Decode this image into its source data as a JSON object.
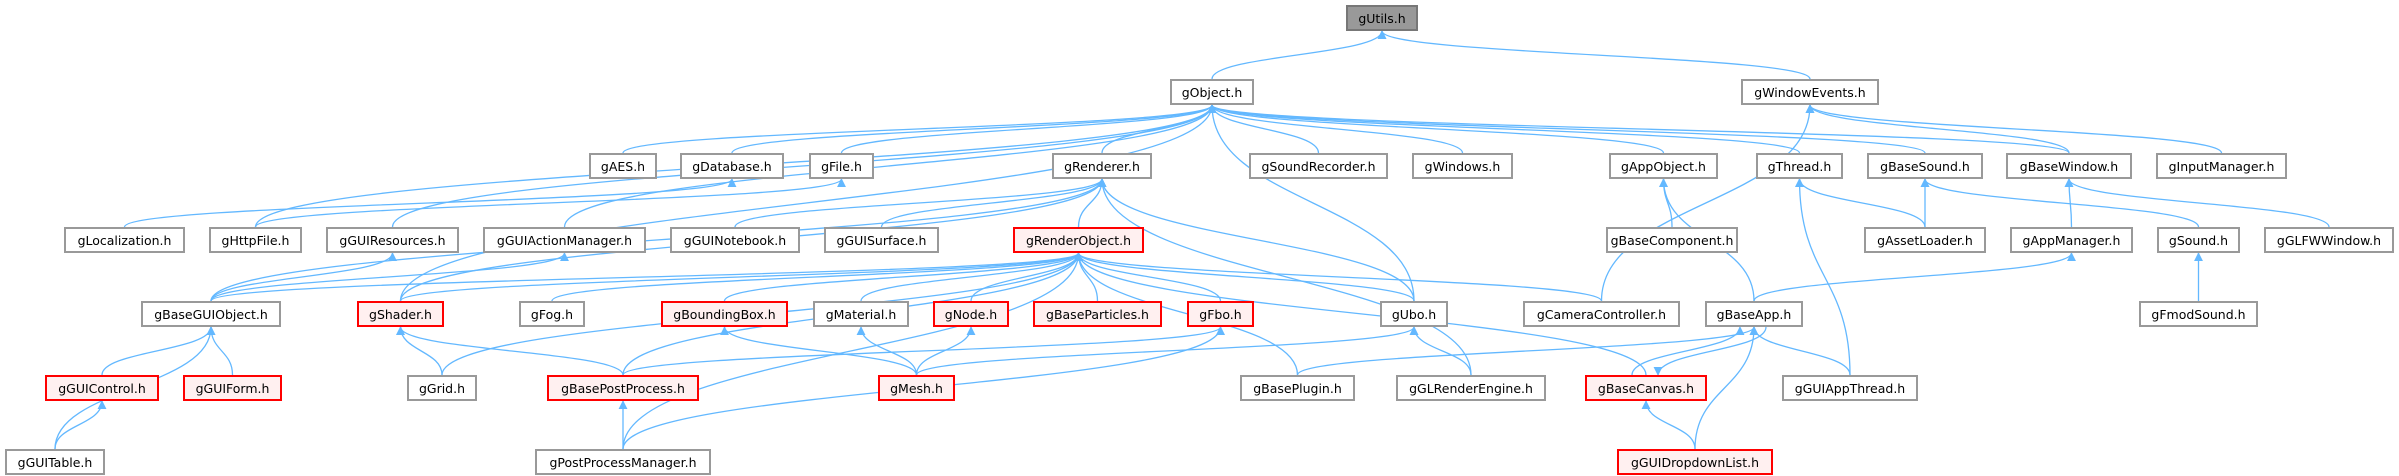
{
  "diagram": {
    "type": "include-dependency-graph",
    "colors": {
      "edge": "#63b8ff",
      "border": "#999999",
      "root_fill": "#999999",
      "truncated_border": "#ff0000",
      "truncated_fill": "#fff0f0"
    },
    "nodes": [
      {
        "id": "gUtils",
        "label": "gUtils.h",
        "root": true
      },
      {
        "id": "gObject",
        "label": "gObject.h"
      },
      {
        "id": "gWindowEvents",
        "label": "gWindowEvents.h"
      },
      {
        "id": "gAES",
        "label": "gAES.h"
      },
      {
        "id": "gDatabase",
        "label": "gDatabase.h"
      },
      {
        "id": "gFile",
        "label": "gFile.h"
      },
      {
        "id": "gRenderer",
        "label": "gRenderer.h"
      },
      {
        "id": "gSoundRecorder",
        "label": "gSoundRecorder.h"
      },
      {
        "id": "gWindows",
        "label": "gWindows.h"
      },
      {
        "id": "gAppObject",
        "label": "gAppObject.h"
      },
      {
        "id": "gThread",
        "label": "gThread.h"
      },
      {
        "id": "gBaseSound",
        "label": "gBaseSound.h"
      },
      {
        "id": "gBaseWindow",
        "label": "gBaseWindow.h"
      },
      {
        "id": "gInputManager",
        "label": "gInputManager.h"
      },
      {
        "id": "gLocalization",
        "label": "gLocalization.h"
      },
      {
        "id": "gHttpFile",
        "label": "gHttpFile.h"
      },
      {
        "id": "gGUIResources",
        "label": "gGUIResources.h"
      },
      {
        "id": "gGUIActionManager",
        "label": "gGUIActionManager.h"
      },
      {
        "id": "gGUINotebook",
        "label": "gGUINotebook.h"
      },
      {
        "id": "gGUISurface",
        "label": "gGUISurface.h"
      },
      {
        "id": "gRenderObject",
        "label": "gRenderObject.h",
        "truncated": true
      },
      {
        "id": "gBaseComponent",
        "label": "gBaseComponent.h"
      },
      {
        "id": "gAssetLoader",
        "label": "gAssetLoader.h"
      },
      {
        "id": "gAppManager",
        "label": "gAppManager.h"
      },
      {
        "id": "gSound",
        "label": "gSound.h"
      },
      {
        "id": "gGLFWWindow",
        "label": "gGLFWWindow.h"
      },
      {
        "id": "gBaseGUIObject",
        "label": "gBaseGUIObject.h"
      },
      {
        "id": "gShader",
        "label": "gShader.h",
        "truncated": true
      },
      {
        "id": "gFog",
        "label": "gFog.h"
      },
      {
        "id": "gBoundingBox",
        "label": "gBoundingBox.h",
        "truncated": true
      },
      {
        "id": "gMaterial",
        "label": "gMaterial.h"
      },
      {
        "id": "gNode",
        "label": "gNode.h",
        "truncated": true
      },
      {
        "id": "gBaseParticles",
        "label": "gBaseParticles.h",
        "truncated": true
      },
      {
        "id": "gFbo",
        "label": "gFbo.h",
        "truncated": true
      },
      {
        "id": "gUbo",
        "label": "gUbo.h"
      },
      {
        "id": "gCameraController",
        "label": "gCameraController.h"
      },
      {
        "id": "gBaseApp",
        "label": "gBaseApp.h"
      },
      {
        "id": "gFmodSound",
        "label": "gFmodSound.h"
      },
      {
        "id": "gGUIControl",
        "label": "gGUIControl.h",
        "truncated": true
      },
      {
        "id": "gGUIForm",
        "label": "gGUIForm.h",
        "truncated": true
      },
      {
        "id": "gGrid",
        "label": "gGrid.h"
      },
      {
        "id": "gBasePostProcess",
        "label": "gBasePostProcess.h",
        "truncated": true
      },
      {
        "id": "gMesh",
        "label": "gMesh.h",
        "truncated": true
      },
      {
        "id": "gBasePlugin",
        "label": "gBasePlugin.h"
      },
      {
        "id": "gGLRenderEngine",
        "label": "gGLRenderEngine.h"
      },
      {
        "id": "gBaseCanvas",
        "label": "gBaseCanvas.h",
        "truncated": true
      },
      {
        "id": "gGUIAppThread",
        "label": "gGUIAppThread.h"
      },
      {
        "id": "gGUITable",
        "label": "gGUITable.h"
      },
      {
        "id": "gPostProcessManager",
        "label": "gPostProcessManager.h"
      },
      {
        "id": "gGUIDropdownList",
        "label": "gGUIDropdownList.h",
        "truncated": true
      }
    ],
    "edges": [
      [
        "gObject",
        "gUtils"
      ],
      [
        "gWindowEvents",
        "gUtils"
      ],
      [
        "gAES",
        "gObject"
      ],
      [
        "gDatabase",
        "gObject"
      ],
      [
        "gFile",
        "gObject"
      ],
      [
        "gRenderer",
        "gObject"
      ],
      [
        "gSoundRecorder",
        "gObject"
      ],
      [
        "gWindows",
        "gObject"
      ],
      [
        "gAppObject",
        "gObject"
      ],
      [
        "gThread",
        "gObject"
      ],
      [
        "gBaseSound",
        "gObject"
      ],
      [
        "gBaseWindow",
        "gObject"
      ],
      [
        "gHttpFile",
        "gObject"
      ],
      [
        "gGUIResources",
        "gObject"
      ],
      [
        "gGUIActionManager",
        "gObject"
      ],
      [
        "gUbo",
        "gObject"
      ],
      [
        "gShader",
        "gObject"
      ],
      [
        "gLocalization",
        "gDatabase"
      ],
      [
        "gHttpFile",
        "gFile"
      ],
      [
        "gGUINotebook",
        "gRenderer"
      ],
      [
        "gGUISurface",
        "gRenderer"
      ],
      [
        "gRenderObject",
        "gRenderer"
      ],
      [
        "gShader",
        "gRenderer"
      ],
      [
        "gUbo",
        "gRenderer"
      ],
      [
        "gGLRenderEngine",
        "gRenderer"
      ],
      [
        "gBaseGUIObject",
        "gRenderer"
      ],
      [
        "gBaseGUIObject",
        "gGUIResources"
      ],
      [
        "gBaseGUIObject",
        "gGUIActionManager"
      ],
      [
        "gBaseGUIObject",
        "gRenderObject"
      ],
      [
        "gShader",
        "gRenderObject"
      ],
      [
        "gFog",
        "gRenderObject"
      ],
      [
        "gBoundingBox",
        "gRenderObject"
      ],
      [
        "gMaterial",
        "gRenderObject"
      ],
      [
        "gNode",
        "gRenderObject"
      ],
      [
        "gBaseParticles",
        "gRenderObject"
      ],
      [
        "gFbo",
        "gRenderObject"
      ],
      [
        "gUbo",
        "gRenderObject"
      ],
      [
        "gCameraController",
        "gRenderObject"
      ],
      [
        "gGrid",
        "gRenderObject"
      ],
      [
        "gBasePostProcess",
        "gRenderObject"
      ],
      [
        "gPostProcessManager",
        "gRenderObject"
      ],
      [
        "gBasePlugin",
        "gRenderObject"
      ],
      [
        "gBaseCanvas",
        "gRenderObject"
      ],
      [
        "gCameraController",
        "gWindowEvents"
      ],
      [
        "gBaseWindow",
        "gWindowEvents"
      ],
      [
        "gInputManager",
        "gWindowEvents"
      ],
      [
        "gGLRenderEngine",
        "gUbo"
      ],
      [
        "gMesh",
        "gUbo"
      ],
      [
        "gGrid",
        "gShader"
      ],
      [
        "gBasePostProcess",
        "gShader"
      ],
      [
        "gBasePostProcess",
        "gFbo"
      ],
      [
        "gMesh",
        "gBoundingBox"
      ],
      [
        "gMesh",
        "gMaterial"
      ],
      [
        "gMesh",
        "gNode"
      ],
      [
        "gPostProcessManager",
        "gBasePostProcess"
      ],
      [
        "gPostProcessManager",
        "gFbo"
      ],
      [
        "gGUIControl",
        "gBaseGUIObject"
      ],
      [
        "gGUIForm",
        "gBaseGUIObject"
      ],
      [
        "gGUITable",
        "gGUIControl"
      ],
      [
        "gGUITable",
        "gBaseGUIObject"
      ],
      [
        "gBaseComponent",
        "gAppObject"
      ],
      [
        "gBaseApp",
        "gAppObject"
      ],
      [
        "gAssetLoader",
        "gThread"
      ],
      [
        "gGUIAppThread",
        "gThread"
      ],
      [
        "gAssetLoader",
        "gBaseSound"
      ],
      [
        "gSound",
        "gBaseSound"
      ],
      [
        "gAppManager",
        "gBaseWindow"
      ],
      [
        "gGLFWWindow",
        "gBaseWindow"
      ],
      [
        "gBaseApp",
        "gAppManager"
      ],
      [
        "gFmodSound",
        "gSound"
      ],
      [
        "gBasePlugin",
        "gBaseApp"
      ],
      [
        "gBaseCanvas",
        "gBaseApp"
      ],
      [
        "gBaseApp",
        "gBaseCanvas"
      ],
      [
        "gGUIAppThread",
        "gBaseApp"
      ],
      [
        "gGUIDropdownList",
        "gBaseCanvas"
      ],
      [
        "gGUIDropdownList",
        "gBaseApp"
      ]
    ]
  }
}
